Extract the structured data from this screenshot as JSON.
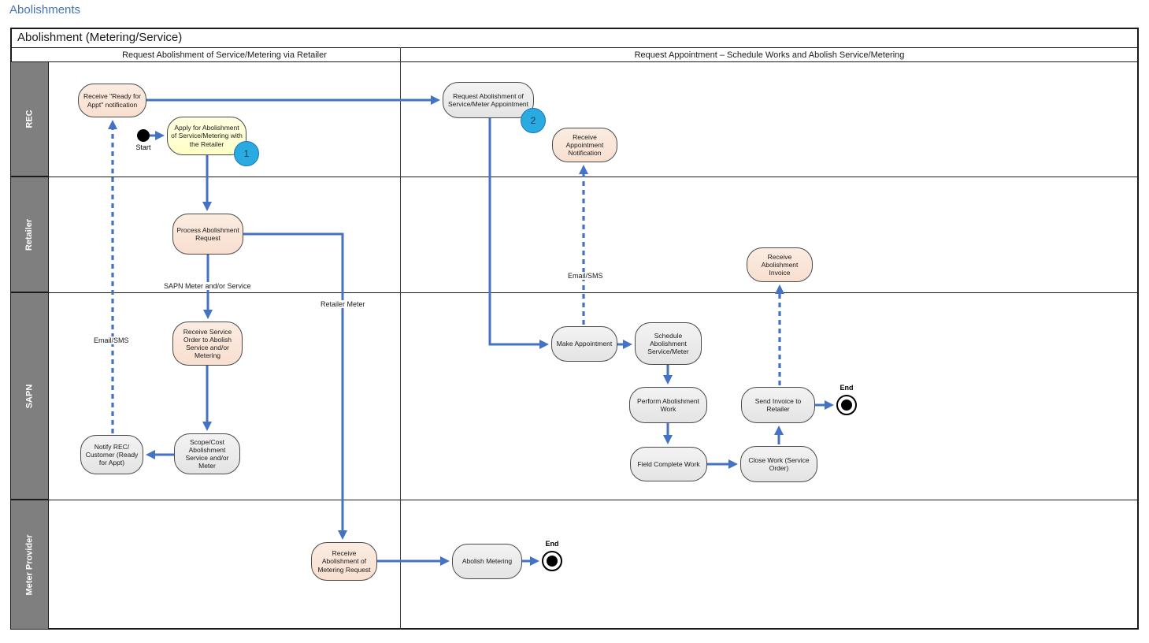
{
  "page_title": "Abolishments",
  "diagram": {
    "title": "Abolishment (Metering/Service)",
    "column_headers": [
      "Request Abolishment of Service/Metering via Retailer",
      "Request Appointment – Schedule Works and Abolish Service/Metering"
    ],
    "lanes": [
      "REC",
      "Retailer",
      "SAPN",
      "Meter Provider"
    ],
    "nodes": {
      "receive_ready": "Receive \"Ready for Appt\" notification",
      "apply": "Apply for Abolishment of Service/Metering with the Retailer",
      "request_appt": "Request Abolishment of Service/Meter Appointment",
      "receive_appt_notification": "Receive Appointment Notification",
      "process_request": "Process Abolishment Request",
      "receive_service_order": "Receive Service Order to Abolish Service and/or Metering",
      "scope_cost": "Scope/Cost Abolishment Service and/or Meter",
      "notify_rec": "Notify REC/ Customer (Ready for Appt)",
      "make_appointment": "Make Appointment",
      "schedule": "Schedule Abolishment Service/Meter",
      "perform_work": "Perform Abolishment Work",
      "field_complete": "Field Complete Work",
      "close_work": "Close Work (Service Order)",
      "send_invoice": "Send Invoice to Retailer",
      "receive_invoice": "Receive Abolishment Invoice",
      "receive_metering_request": "Receive Abolishment of Metering Request",
      "abolish_metering": "Abolish Metering"
    },
    "edge_labels": {
      "sapn_meter": "SAPN Meter and/or Service",
      "retailer_meter": "Retailer Meter",
      "email_sms_left": "Email/SMS",
      "email_sms_right": "Email/SMS"
    },
    "markers": {
      "start_label": "Start",
      "end_label_sapn": "End",
      "end_label_meter": "End",
      "step_1": "1",
      "step_2": "2"
    }
  },
  "colors": {
    "arrow": "#4472C4",
    "node_peach": "#F8DFD0",
    "node_yellow": "#FFFFC8",
    "node_gray": "#E4E4E4",
    "lane_gray": "#7F7F7F",
    "step_circle": "#29ABE2",
    "title_blue": "#4473B4"
  }
}
